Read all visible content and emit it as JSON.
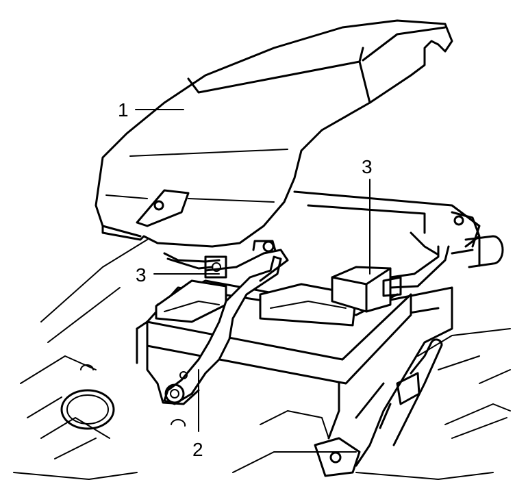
{
  "callouts": {
    "cover": "1",
    "clamp": "2",
    "terminal_left": "3",
    "terminal_right": "3"
  },
  "colors": {
    "ink": "#000000",
    "paper": "#ffffff"
  }
}
